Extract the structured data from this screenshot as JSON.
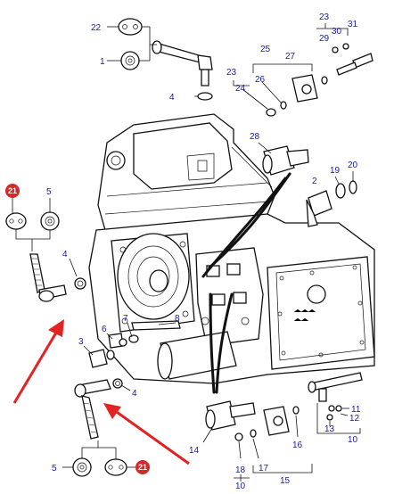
{
  "callouts": {
    "c1_top": "1",
    "c22": "22",
    "c4_top": "4",
    "c23_top": "23",
    "c31": "31",
    "c30": "30",
    "c29": "29",
    "c25": "25",
    "c27": "27",
    "c23_mid": "23",
    "c26": "26",
    "c24": "24",
    "c28": "28",
    "c19": "19",
    "c20": "20",
    "c2": "2",
    "c21_left": "21",
    "c5_left": "5",
    "c4_left": "4",
    "c7": "7",
    "c6": "6",
    "c3": "3",
    "c8": "8",
    "c4_bottom": "4",
    "c14": "14",
    "c16": "16",
    "c18": "18",
    "c10_bottom": "10",
    "c17": "17",
    "c15": "15",
    "c11": "11",
    "c12": "12",
    "c13": "13",
    "c10_right": "10",
    "c5_bottom": "5",
    "c21_bottom": "21"
  },
  "colors": {
    "callout_text": "#1a1aa6",
    "badge": "#d62828",
    "arrow": "#e32222",
    "line": "#111111"
  },
  "icons": [
    "oval-seal-icon",
    "circle-seal-icon",
    "red-arrow-icon"
  ]
}
